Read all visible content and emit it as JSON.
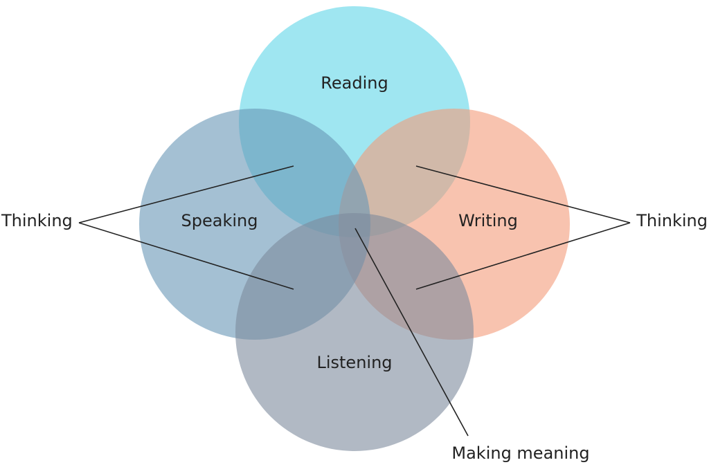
{
  "circles": {
    "reading": {
      "label": "Reading",
      "color": "#5fd6e8",
      "opacity": 0.6
    },
    "speaking": {
      "label": "Speaking",
      "color": "#6896b6",
      "opacity": 0.6
    },
    "writing": {
      "label": "Writing",
      "color": "#f49b79",
      "opacity": 0.6
    },
    "listening": {
      "label": "Listening",
      "color": "#7d8b9c",
      "opacity": 0.6
    }
  },
  "labels": {
    "thinking_left": "Thinking",
    "thinking_right": "Thinking",
    "making_meaning": "Making meaning"
  }
}
